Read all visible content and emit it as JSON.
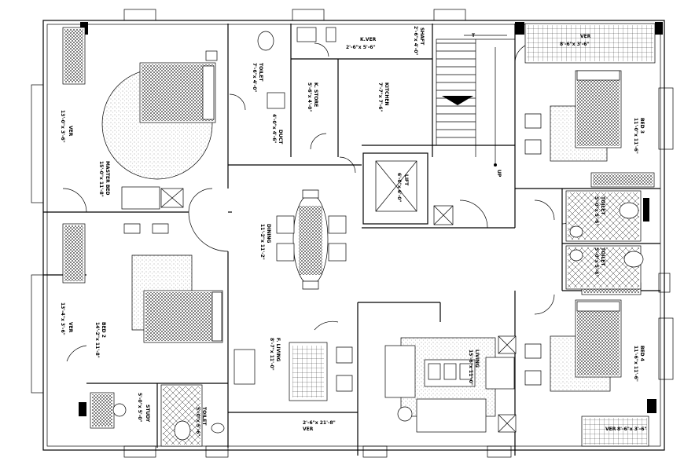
{
  "rooms": {
    "master_bed": {
      "name": "MASTER BED",
      "size": "15'-0\"x 11'-8\""
    },
    "bed2": {
      "name": "BED 2",
      "size": "14'-2\"x 11'-8\""
    },
    "bed3": {
      "name": "BED 3",
      "size": "11'-0\"x 11'-6\""
    },
    "bed4": {
      "name": "BED 4",
      "size": "11'-6\"x 11'-6\""
    },
    "dining": {
      "name": "DINING",
      "size": "11'-2\"x 11'-2\""
    },
    "living": {
      "name": "LIVING",
      "size": "15'-6\"x 11'-0\""
    },
    "f_living": {
      "name": "F. LIVING",
      "size": "8'-7\"x 11'-0\""
    },
    "kitchen": {
      "name": "KITCHEN",
      "size": "7'-7\"x 7'-6\""
    },
    "k_store": {
      "name": "K. STORE",
      "size": "5'-6\"x 4'-0\""
    },
    "k_ver": {
      "name": "K.VER",
      "size": "2'-6\"x 5'-6\""
    },
    "ver_left_top": {
      "name": "VER",
      "size": "13'-0\"x 3'-6\""
    },
    "ver_left_mid": {
      "name": "VER",
      "size": "13'-4\"x 3'-6\""
    },
    "ver_top_right": {
      "name": "VER",
      "size": "8'-6\"x 3'-6\""
    },
    "ver_bottom": {
      "name": "VER",
      "size": "2'-6\"x 21'-8\""
    },
    "ver_bottom_right": {
      "name": "VER",
      "size": "8'-6\"x 3'-6\""
    },
    "toilet_top": {
      "name": "TOILET",
      "size": "7'-6\"x 4'-0\""
    },
    "toilet_right_upper": {
      "name": "TOILET",
      "size": "5'-0\"x 5'-6\""
    },
    "toilet_right_lower": {
      "name": "TOILET",
      "size": "5'-0\"x 5'-6\""
    },
    "toilet_bottom_left": {
      "name": "TOILET",
      "size": "5'-0\"x 5'-6\""
    },
    "study": {
      "name": "STUDY",
      "size": "5'-0\"x 5'-0\""
    },
    "shaft": {
      "name": "SHAFT",
      "size": "2'-6\"x 4'-0\""
    },
    "duct": {
      "name": "DUCT",
      "size": "4'-0\"x 4'-6\""
    },
    "lift": {
      "name": "LIFT",
      "size": "6'-0\"x 6'-0\""
    }
  },
  "stair": {
    "up_label": "UP",
    "mark": "T"
  }
}
